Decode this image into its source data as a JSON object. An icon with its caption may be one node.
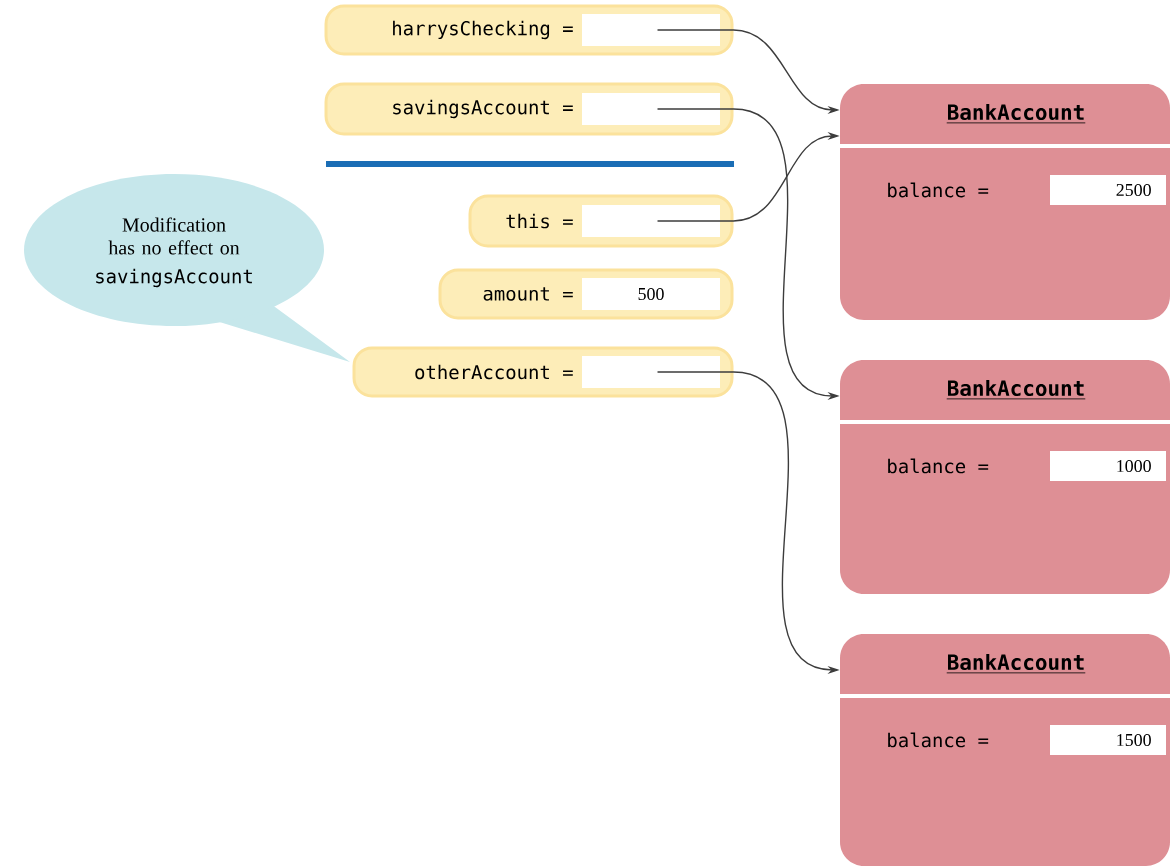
{
  "diagram": {
    "nodes": [
      {
        "text": [
          "harrysChecking ="
        ]
      },
      {
        "text": [
          "savingsAccount ="
        ]
      },
      {
        "text": [
          "this ="
        ]
      },
      {
        "text": [
          "amount =",
          "500"
        ]
      },
      {
        "text": [
          "otherAccount ="
        ]
      },
      {
        "text": [
          "Modification has no effect on",
          "savingsAccount"
        ]
      },
      {
        "text": [
          "BankAccount",
          "balance =",
          "2500"
        ]
      },
      {
        "text": [
          "BankAccount",
          "balance =",
          "1000"
        ]
      },
      {
        "text": [
          "BankAccount",
          "balance =",
          "1500"
        ]
      }
    ],
    "edges": [
      {
        "from": 0,
        "to": 6,
        "arrow": "to"
      },
      {
        "from": 2,
        "to": 6,
        "arrow": "to"
      },
      {
        "from": 1,
        "to": 7,
        "arrow": "to"
      },
      {
        "from": 4,
        "to": 8,
        "arrow": "to"
      }
    ]
  }
}
